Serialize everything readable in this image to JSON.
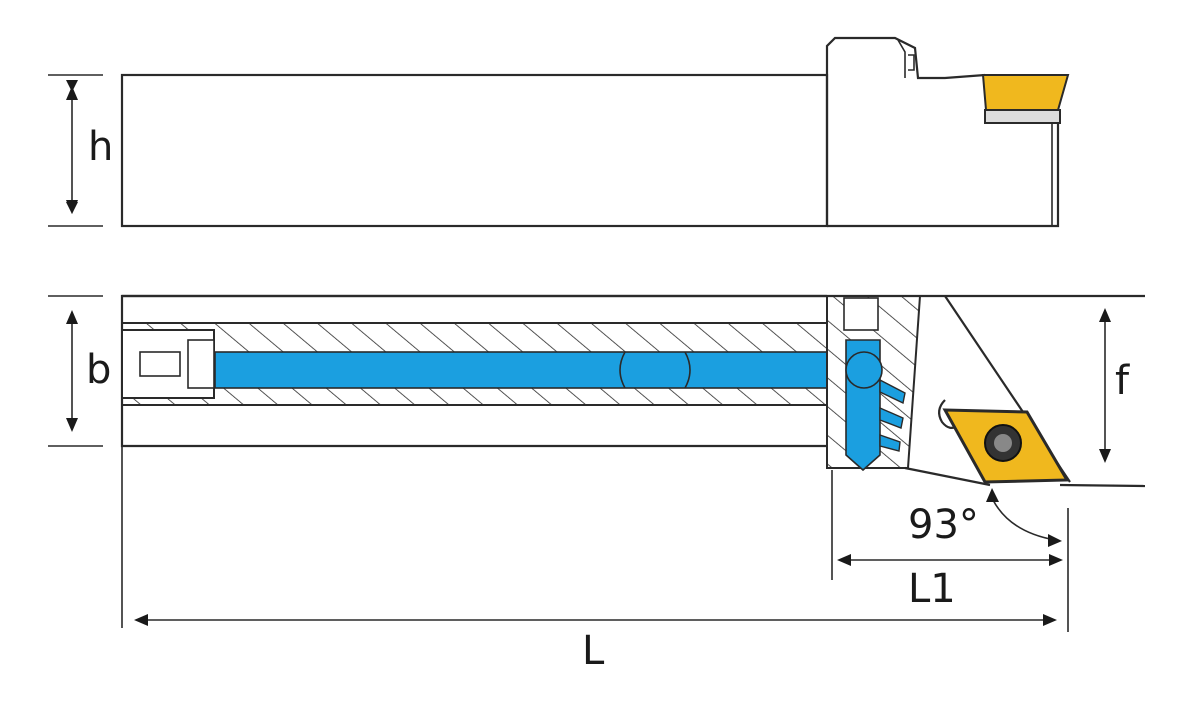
{
  "labels": {
    "height": "h",
    "width": "b",
    "offset": "f",
    "angle": "93°",
    "head_length": "L1",
    "total_length": "L"
  },
  "colors": {
    "coolant": "#1b9fe0",
    "insert": "#f0b81e",
    "line": "#2a2a2a"
  }
}
